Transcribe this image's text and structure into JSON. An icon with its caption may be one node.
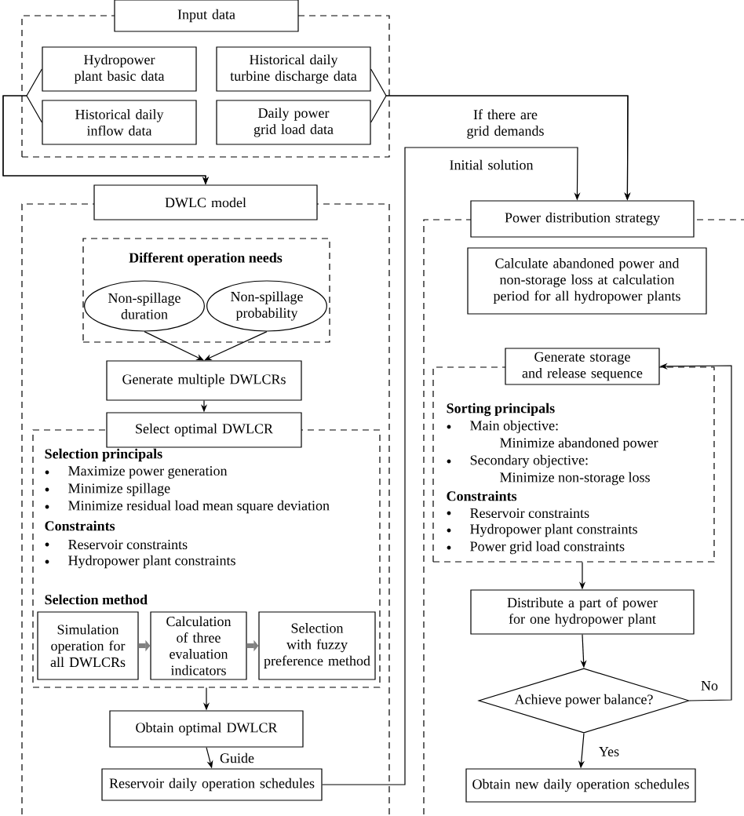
{
  "diagram": {
    "nodes": [
      {
        "text": [
          "Input data"
        ]
      },
      {
        "text": [],
        "shape": "box"
      },
      {
        "text": [
          "Hydropower plant basic data"
        ],
        "in": 1
      },
      {
        "text": [
          "Historical daily turbine discharge data"
        ],
        "in": 1
      },
      {
        "text": [
          "Historical daily inflow data"
        ],
        "in": 1
      },
      {
        "text": [
          "Daily power grid load data"
        ],
        "in": 1
      },
      {
        "text": [
          "DWLC model"
        ]
      },
      {
        "text": [],
        "shape": "box"
      },
      {
        "text": [
          "Different operation needs"
        ],
        "in": 7
      },
      {
        "text": [
          "Non-spillage duration"
        ],
        "in": 8
      },
      {
        "text": [
          "Non-spillage probability"
        ],
        "in": 8
      },
      {
        "text": [
          "Generate multiple DWLCRs"
        ],
        "in": 7
      },
      {
        "text": [
          "Select optimal DWLCR"
        ],
        "in": 7
      },
      {
        "text": [
          "Selection principals",
          "Maximize power generation",
          "Minimize spillage",
          "Minimize residual load mean square deviation",
          "Constraints",
          "Reservoir constraints",
          "Hydropower plant constraints",
          "Selection method"
        ],
        "in": 7
      },
      {
        "text": [
          "Simulation operation for all DWLCRs"
        ],
        "in": 13
      },
      {
        "text": [
          "Calculation of three evaluation indicators"
        ],
        "in": 13
      },
      {
        "text": [
          "Selection with fuzzy preference method"
        ],
        "in": 13
      },
      {
        "text": [
          "Obtain optimal DWLCR"
        ],
        "in": 7
      },
      {
        "text": [
          "Reservoir daily operation schedules"
        ],
        "in": 7
      },
      {
        "text": [
          "Power distribution strategy"
        ]
      },
      {
        "text": [],
        "shape": "box"
      },
      {
        "text": [
          "Calculate abandoned power and non-storage loss at calculation period for all hydropower plants"
        ],
        "in": 20
      },
      {
        "text": [
          "Generate storage and release sequence"
        ],
        "in": 20
      },
      {
        "text": [
          "Sorting principals",
          "Main objective:",
          "Minimize abandoned power",
          "Secondary objective:",
          "Minimize non-storage loss",
          "Constraints",
          "Reservoir constraints",
          "Hydropower plant constraints",
          "Power grid load constraints"
        ],
        "in": 20
      },
      {
        "text": [
          "Distribute a part of power for one hydropower plant"
        ],
        "in": 20
      },
      {
        "text": [
          "Achieve power balance?"
        ],
        "in": 20
      },
      {
        "text": [
          "Obtain new daily operation schedules"
        ],
        "in": 20
      }
    ],
    "edges": [
      {
        "from": 2,
        "to": 6,
        "arrow": "to"
      },
      {
        "from": 4,
        "to": 6,
        "arrow": "to"
      },
      {
        "from": 3,
        "to": 19,
        "arrow": "to",
        "label": "If there are grid demands"
      },
      {
        "from": 5,
        "to": 19,
        "arrow": "to"
      },
      {
        "from": 18,
        "to": 19,
        "arrow": "to",
        "label": "Initial solution"
      },
      {
        "from": 9,
        "to": 11,
        "arrow": "to"
      },
      {
        "from": 10,
        "to": 11,
        "arrow": "to"
      },
      {
        "from": 11,
        "to": 12,
        "arrow": "to"
      },
      {
        "from": 14,
        "to": 15,
        "arrow": "to",
        "style": "thick",
        "color": "#808080"
      },
      {
        "from": 15,
        "to": 16,
        "arrow": "to",
        "style": "thick",
        "color": "#808080"
      },
      {
        "from": 13,
        "to": 17,
        "arrow": "to"
      },
      {
        "from": 17,
        "to": 18,
        "arrow": "to",
        "label": "Guide"
      },
      {
        "from": 23,
        "to": 24,
        "arrow": "to"
      },
      {
        "from": 24,
        "to": 25,
        "arrow": "to"
      },
      {
        "from": 25,
        "to": 22,
        "arrow": "to",
        "label": "No"
      },
      {
        "from": 25,
        "to": 26,
        "arrow": "to",
        "label": "Yes"
      }
    ]
  }
}
